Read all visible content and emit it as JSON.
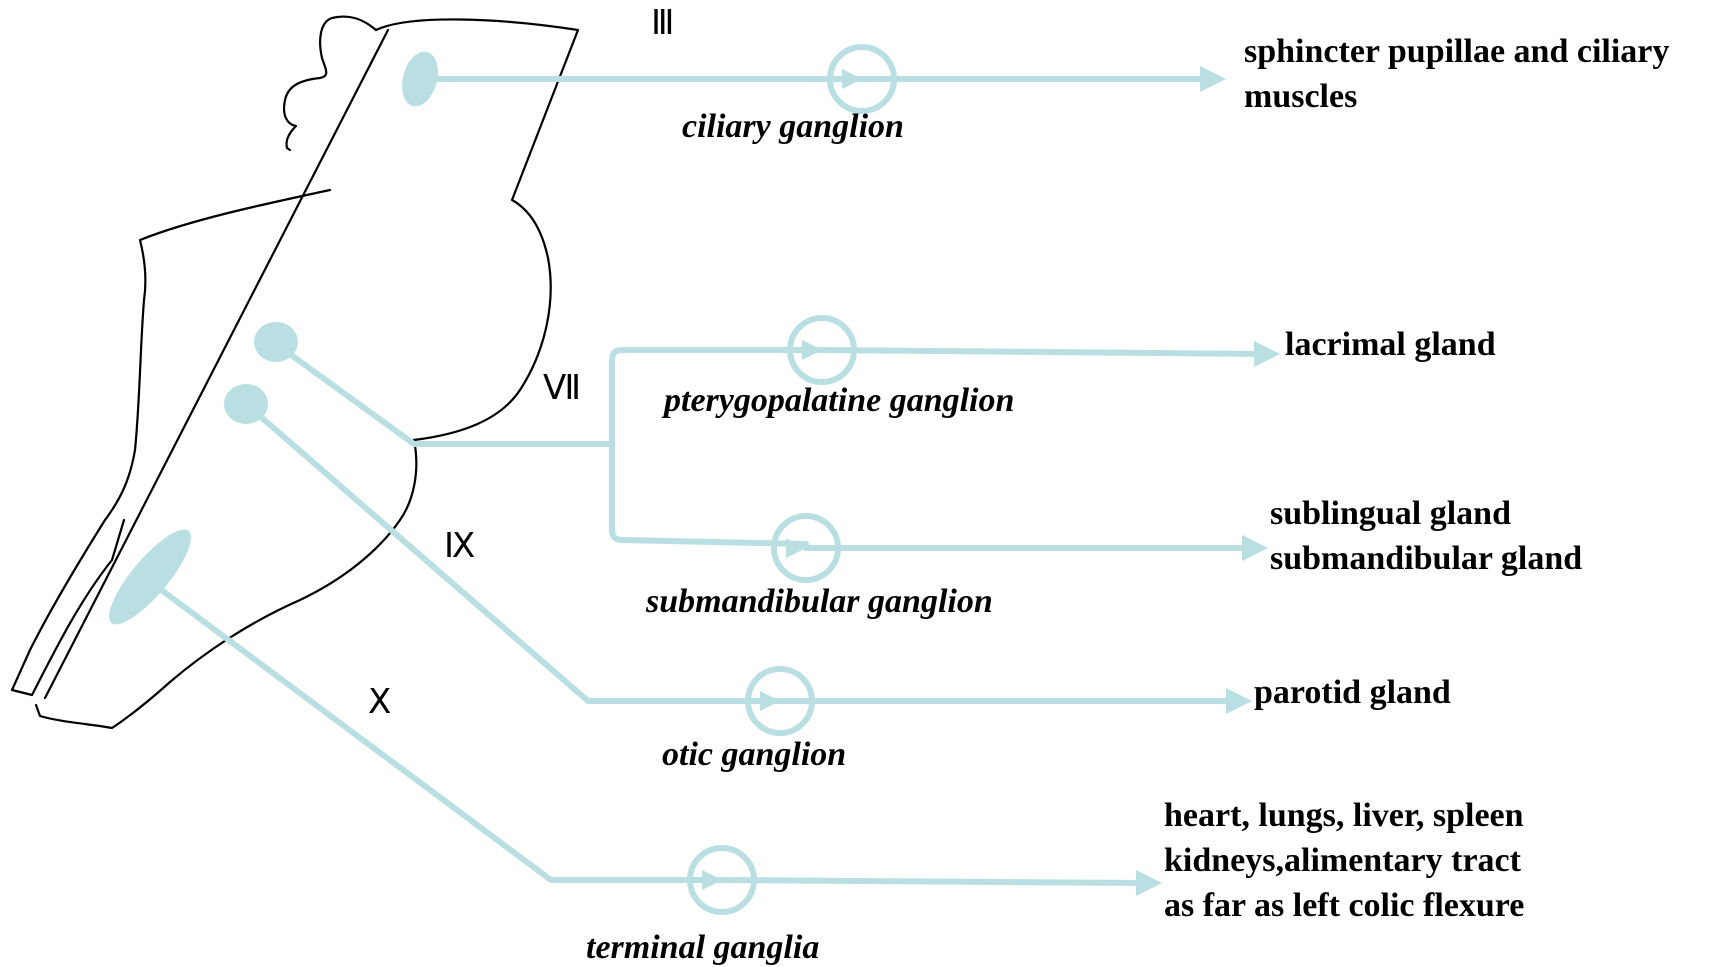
{
  "colors": {
    "nerve": "#b9dfe2",
    "outline": "#000000",
    "background": "#ffffff"
  },
  "pathways": [
    {
      "id": "cn3",
      "nerve": "Ⅲ",
      "ganglion": "ciliary ganglion",
      "targets": [
        "sphincter pupillae and ciliary",
        "muscles"
      ]
    },
    {
      "id": "cn7a",
      "nerve": "Ⅶ",
      "ganglion": "pterygopalatine ganglion",
      "targets": [
        "lacrimal gland"
      ]
    },
    {
      "id": "cn7b",
      "nerve": "Ⅶ",
      "ganglion": "submandibular ganglion",
      "targets": [
        "sublingual gland",
        "submandibular gland"
      ]
    },
    {
      "id": "cn9",
      "nerve": "Ⅸ",
      "ganglion": "otic ganglion",
      "targets": [
        "parotid gland"
      ]
    },
    {
      "id": "cn10",
      "nerve": "Ⅹ",
      "ganglion": "terminal ganglia",
      "targets": [
        "heart, lungs, liver, spleen",
        "kidneys,alimentary tract",
        "as far as left colic flexure"
      ]
    }
  ]
}
